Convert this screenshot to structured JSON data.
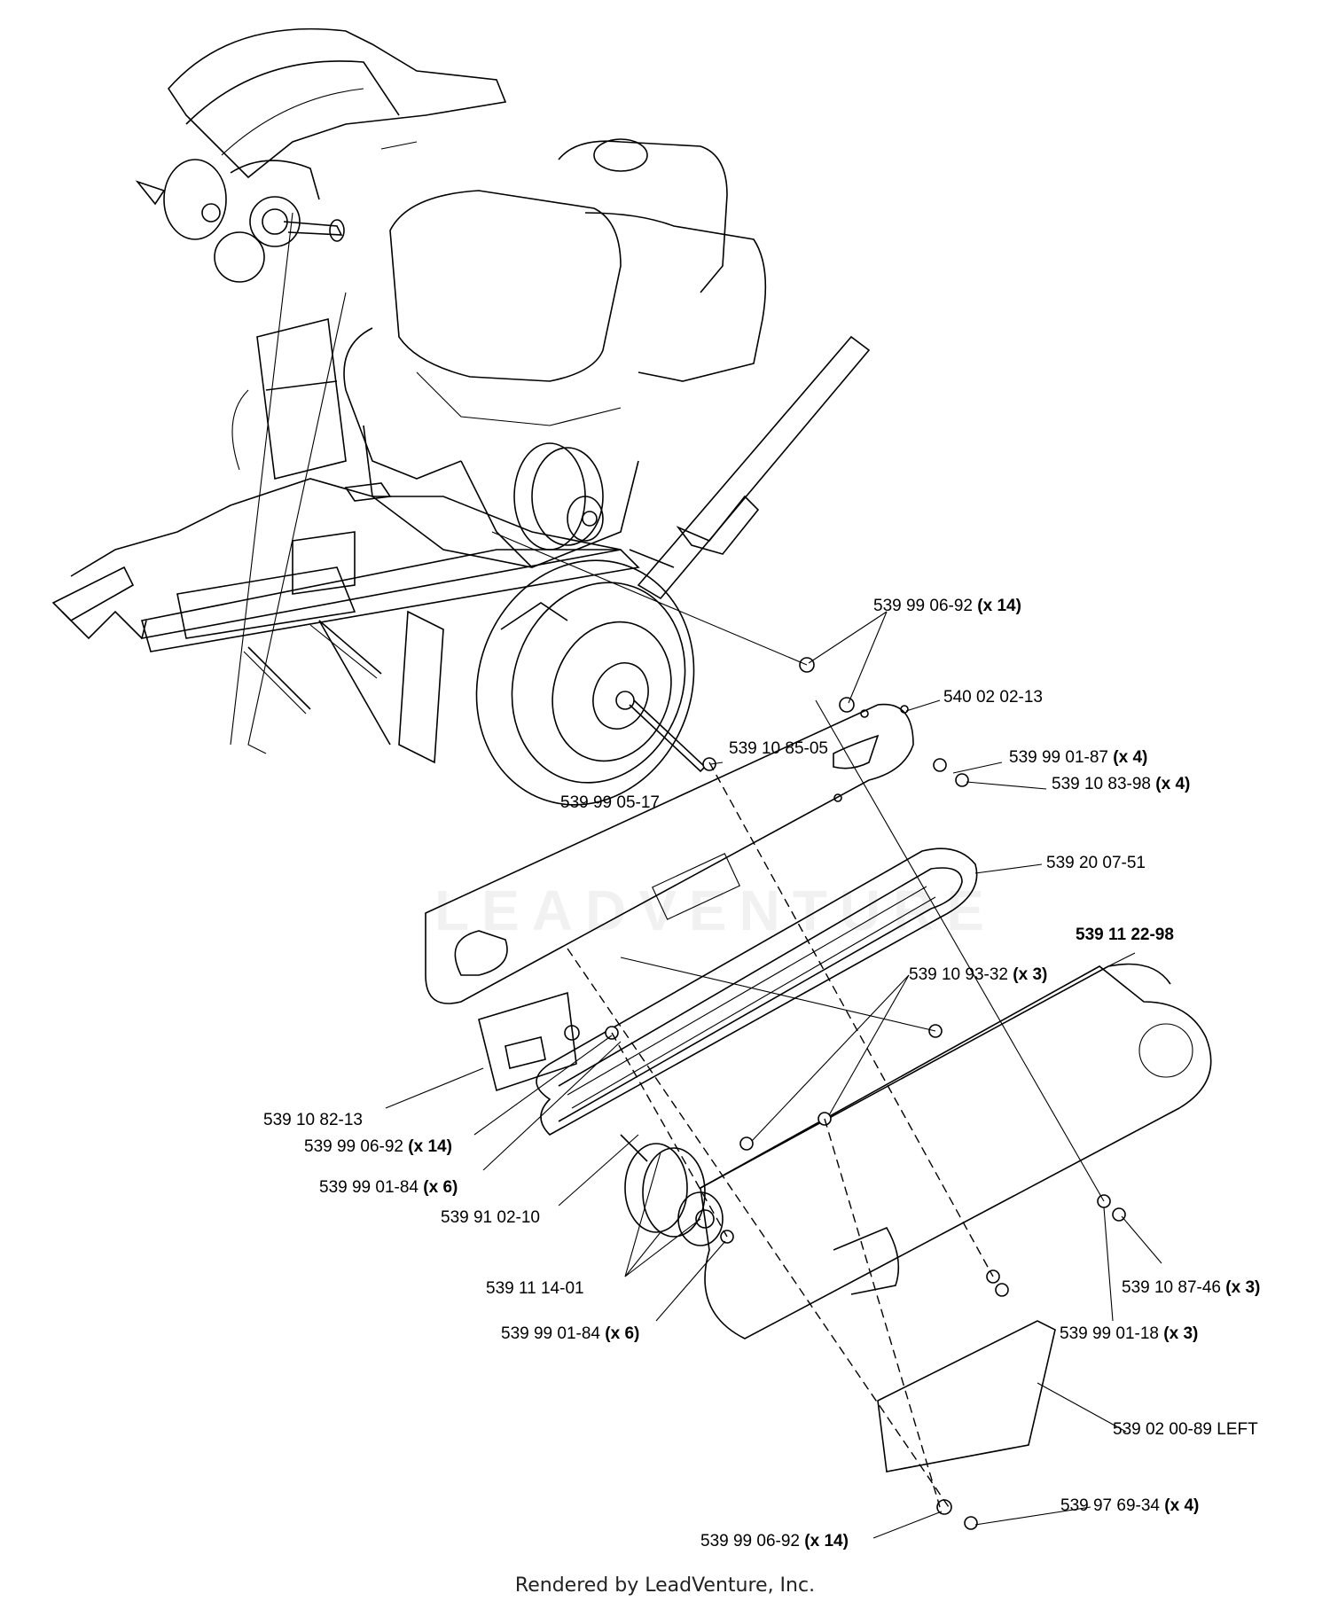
{
  "watermark": "LEADVENTURE",
  "footer": "Rendered by LeadVenture, Inc.",
  "callouts": [
    {
      "id": "c1",
      "part": "539 99 06-92",
      "qty": "(x 14)"
    },
    {
      "id": "c2",
      "part": "540 02 02-13",
      "qty": ""
    },
    {
      "id": "c3",
      "part": "539 99 01-87",
      "qty": "(x 4)"
    },
    {
      "id": "c4",
      "part": "539 10 85-05",
      "qty": ""
    },
    {
      "id": "c5",
      "part": "539 10 83-98",
      "qty": "(x 4)"
    },
    {
      "id": "c6",
      "part": "539 99 05-17",
      "qty": ""
    },
    {
      "id": "c7",
      "part": "539 20 07-51",
      "qty": ""
    },
    {
      "id": "c8",
      "part": "539 11 22-98",
      "qty": ""
    },
    {
      "id": "c9",
      "part": "539 10 93-32",
      "qty": "(x 3)"
    },
    {
      "id": "c10",
      "part": "539 10 82-13",
      "qty": ""
    },
    {
      "id": "c11",
      "part": "539 99 06-92",
      "qty": "(x 14)"
    },
    {
      "id": "c12",
      "part": "539 99 01-84",
      "qty": "(x 6)"
    },
    {
      "id": "c13",
      "part": "539 91 02-10",
      "qty": ""
    },
    {
      "id": "c14",
      "part": "539 11 14-01",
      "qty": ""
    },
    {
      "id": "c15",
      "part": "539 99 01-84",
      "qty": "(x 6)"
    },
    {
      "id": "c16",
      "part": "539 10 87-46",
      "qty": "(x 3)"
    },
    {
      "id": "c17",
      "part": "539 99 01-18",
      "qty": "(x 3)"
    },
    {
      "id": "c18",
      "part": "539 02 00-89 LEFT",
      "qty": ""
    },
    {
      "id": "c19",
      "part": "539 97 69-34",
      "qty": "(x 4)"
    },
    {
      "id": "c20",
      "part": "539 99 06-92",
      "qty": "(x 14)"
    }
  ]
}
